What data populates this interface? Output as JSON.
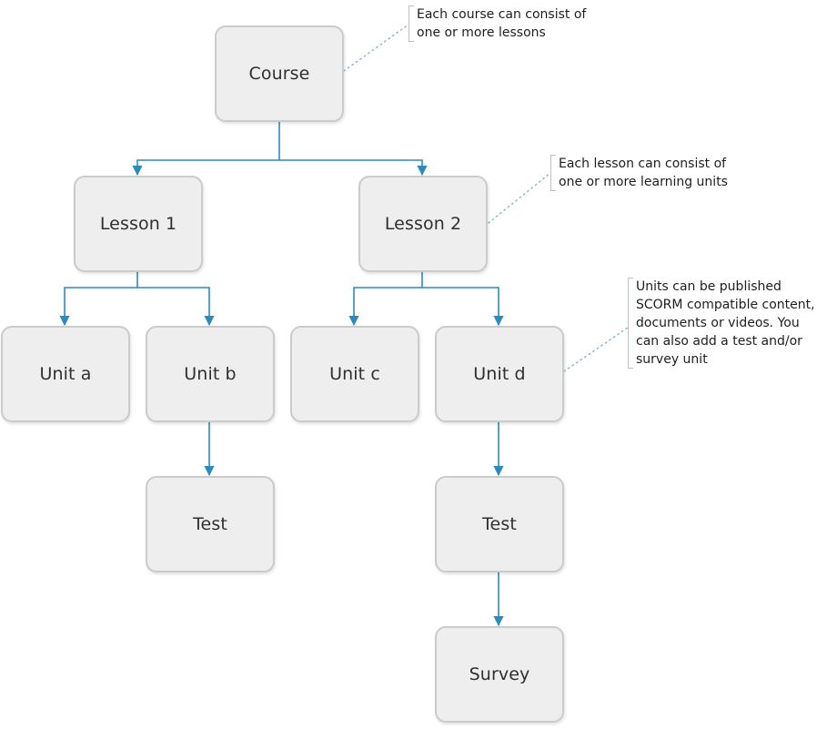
{
  "colors": {
    "node_fill": "#eeeeee",
    "node_border": "#c9cccd",
    "connector": "#2b8bbf",
    "annotation_line": "#8fb9d0",
    "text": "#2f2f2f"
  },
  "nodes": {
    "course": "Course",
    "lesson1": "Lesson 1",
    "lesson2": "Lesson 2",
    "unit_a": "Unit a",
    "unit_b": "Unit b",
    "unit_c": "Unit c",
    "unit_d": "Unit d",
    "test_b": "Test",
    "test_d": "Test",
    "survey": "Survey"
  },
  "notes": {
    "course": [
      "Each course can consist of",
      "one or more lessons"
    ],
    "lesson": [
      "Each lesson can consist of",
      "one or more learning units"
    ],
    "units": [
      "Units can be published",
      "SCORM compatible content,",
      "documents or videos. You",
      "can also add a test and/or",
      "survey unit"
    ]
  },
  "edges": [
    {
      "from": "Course",
      "to": "Lesson 1"
    },
    {
      "from": "Course",
      "to": "Lesson 2"
    },
    {
      "from": "Lesson 1",
      "to": "Unit a"
    },
    {
      "from": "Lesson 1",
      "to": "Unit b"
    },
    {
      "from": "Lesson 2",
      "to": "Unit c"
    },
    {
      "from": "Lesson 2",
      "to": "Unit d"
    },
    {
      "from": "Unit b",
      "to": "Test"
    },
    {
      "from": "Unit d",
      "to": "Test"
    },
    {
      "from": "Test",
      "to": "Survey"
    }
  ]
}
